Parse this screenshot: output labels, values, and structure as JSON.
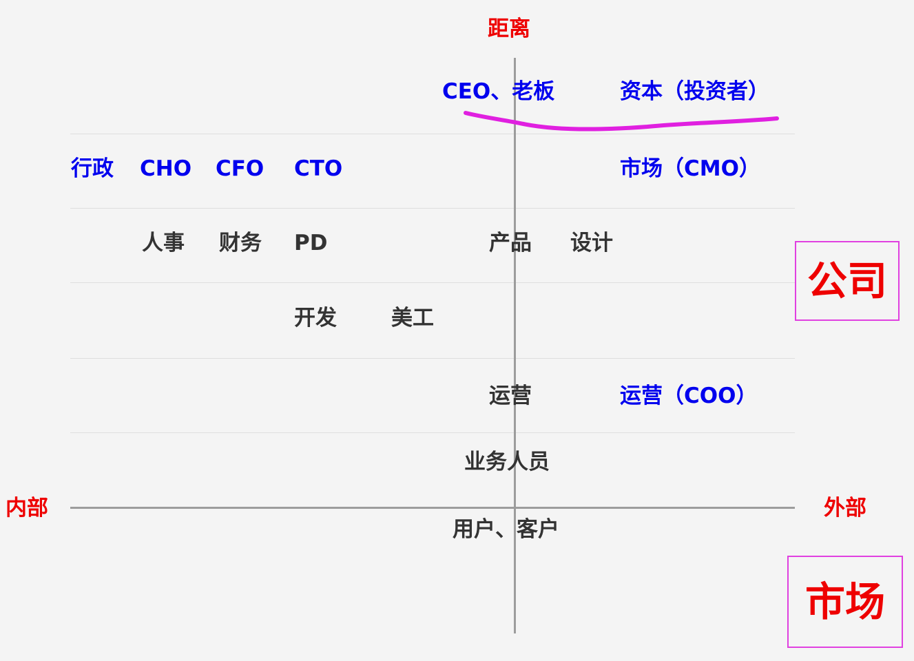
{
  "axes": {
    "top_label": "距离",
    "left_label": "内部",
    "right_label": "外部"
  },
  "rows": {
    "r1": {
      "ceo": "CEO、老板",
      "capital": "资本（投资者）"
    },
    "r2": {
      "admin": "行政",
      "cho": "CHO",
      "cfo": "CFO",
      "cto": "CTO",
      "cmo": "市场（CMO）"
    },
    "r3": {
      "hr": "人事",
      "finance": "财务",
      "pd": "PD",
      "product": "产品",
      "design": "设计"
    },
    "r4": {
      "dev": "开发",
      "art": "美工"
    },
    "r5": {
      "ops": "运营",
      "coo": "运营（COO）"
    },
    "r6": {
      "sales": "业务人员"
    },
    "r7": {
      "customers": "用户、客户"
    }
  },
  "boxes": {
    "company": "公司",
    "market": "市场"
  },
  "colors": {
    "role_blue": "#0000ee",
    "role_dark": "#333333",
    "axis_red": "#ee0000",
    "highlight_magenta": "#e020e0",
    "box_border": "#e040e0"
  }
}
